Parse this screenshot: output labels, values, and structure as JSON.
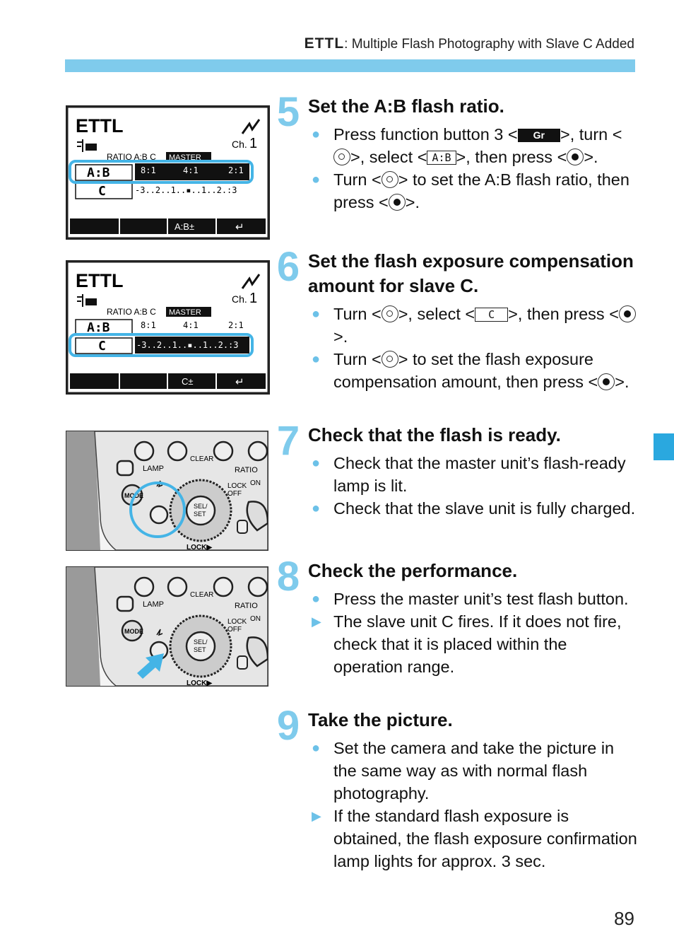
{
  "header": {
    "mode": "ETTL",
    "title": ": Multiple Flash Photography with Slave C Added"
  },
  "page_number": "89",
  "colors": {
    "accent": "#7fcbec",
    "tab": "#2aa8df",
    "highlight": "#44b4e6"
  },
  "symbols": {
    "dial": "quick-control-dial-icon",
    "set": "set-button-icon",
    "function": "Gr"
  },
  "lcd1": {
    "mode": "ETTL",
    "channel_label": "Ch.",
    "channel": "1",
    "ratio_row": "RATIO A:B C",
    "master_badge": "MASTER",
    "row1_label": "A:B",
    "ratio_values": [
      "8:1",
      "4:1",
      "2:1"
    ],
    "row2_label": "C",
    "scale": "-3..2..1..▪..1..2.:3",
    "buttons": [
      "",
      "",
      "A:B±",
      "↵"
    ]
  },
  "lcd2": {
    "mode": "ETTL",
    "channel_label": "Ch.",
    "channel": "1",
    "ratio_row": "RATIO A:B C",
    "master_badge": "MASTER",
    "row1_label": "A:B",
    "ratio_values": [
      "8:1",
      "4:1",
      "2:1"
    ],
    "row2_label": "C",
    "scale": "-3..2..1..▪..1..2.:3",
    "buttons": [
      "",
      "",
      "C±",
      "↵"
    ]
  },
  "photo1": {
    "lamp": "LAMP",
    "clear": "CLEAR",
    "ratio": "RATIO",
    "mode": "MODE",
    "lock": "LOCK",
    "off": "OFF",
    "on": "ON",
    "sel": "SEL/",
    "set": "SET",
    "lock_bottom": "LOCK▶"
  },
  "photo2": {
    "lamp": "LAMP",
    "clear": "CLEAR",
    "ratio": "RATIO",
    "mode": "MODE",
    "lock": "LOCK",
    "off": "OFF",
    "on": "ON",
    "sel": "SEL/",
    "set": "SET",
    "lock_bottom": "LOCK▶"
  },
  "steps": [
    {
      "number": "5",
      "title": "Set the A:B flash ratio.",
      "items": [
        {
          "type": "dot",
          "parts": [
            "Press function button 3 <",
            ">, turn <",
            ">, select <",
            ">, then press <",
            ">."
          ],
          "box": "A:B"
        },
        {
          "type": "dot",
          "parts": [
            "Turn <",
            "> to set the A:B flash ratio, then press <",
            ">."
          ]
        }
      ]
    },
    {
      "number": "6",
      "title": "Set the flash exposure compensation amount for slave C.",
      "items": [
        {
          "type": "dot",
          "parts": [
            "Turn <",
            ">, select <",
            ">, then press <",
            ">."
          ],
          "box": "C"
        },
        {
          "type": "dot",
          "parts": [
            "Turn <",
            "> to set the flash exposure compensation amount, then press <",
            ">."
          ]
        }
      ]
    },
    {
      "number": "7",
      "title": "Check that the flash is ready.",
      "items": [
        {
          "type": "dot",
          "text": "Check that the master unit’s flash-ready lamp is lit."
        },
        {
          "type": "dot",
          "text": "Check that the slave unit is fully charged."
        }
      ]
    },
    {
      "number": "8",
      "title": "Check the performance.",
      "items": [
        {
          "type": "dot",
          "text": "Press the master unit’s test flash button."
        },
        {
          "type": "arrow",
          "text": "The slave unit C fires. If it does not fire, check that it is placed within the operation range."
        }
      ]
    },
    {
      "number": "9",
      "title": "Take the picture.",
      "items": [
        {
          "type": "dot",
          "text": "Set the camera and take the picture in the same way as with normal flash photography."
        },
        {
          "type": "arrow",
          "text": "If the standard flash exposure is obtained, the flash exposure confirmation lamp lights for approx. 3 sec."
        }
      ]
    }
  ]
}
